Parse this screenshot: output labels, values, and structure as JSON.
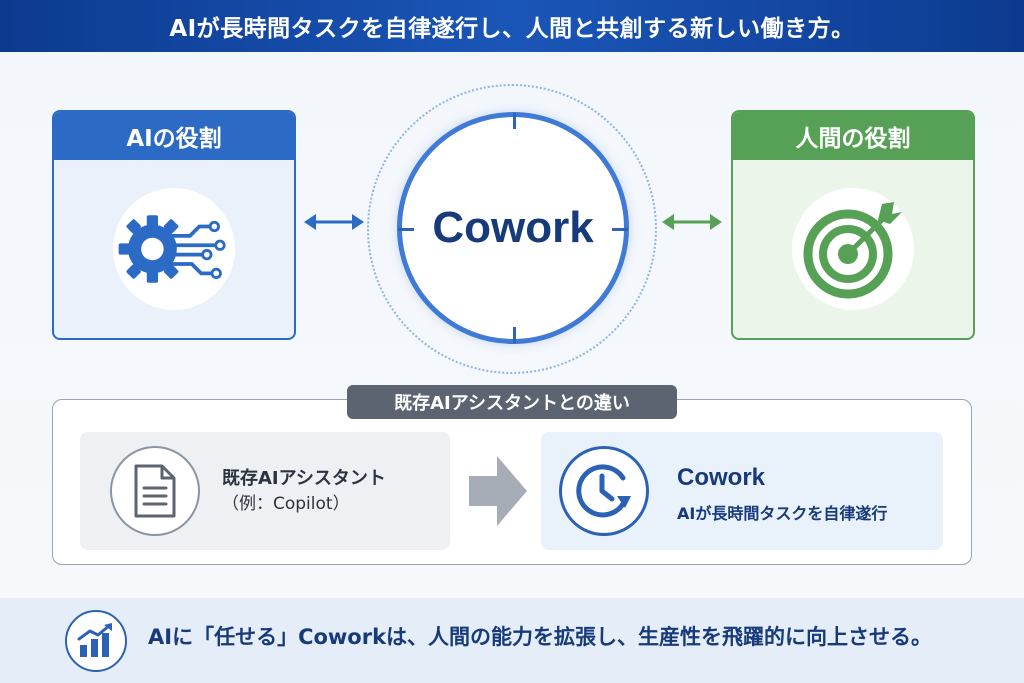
{
  "header": {
    "title": "AIが長時間タスクを自律遂行し、人間と共創する新しい働き方。"
  },
  "ai_role": {
    "title": "AIの役割",
    "icon": "gear-circuit-icon",
    "color": "#2b6bc6"
  },
  "center": {
    "title": "Cowork"
  },
  "human_role": {
    "title": "人間の役割",
    "icon": "target-arrow-icon",
    "color": "#56a155"
  },
  "comparison": {
    "label": "既存AIアシスタントとの違い",
    "existing": {
      "title": "既存AIアシスタント",
      "subtitle": "（例：Copilot）",
      "icon": "document-icon"
    },
    "cowork": {
      "title": "Cowork",
      "subtitle": "AIが長時間タスクを自律遂行",
      "icon": "clock-refresh-icon"
    }
  },
  "footer": {
    "text": "AIに「任せる」Coworkは、人間の能力を拡張し、生産性を飛躍的に向上させる。",
    "icon": "growth-chart-icon"
  }
}
